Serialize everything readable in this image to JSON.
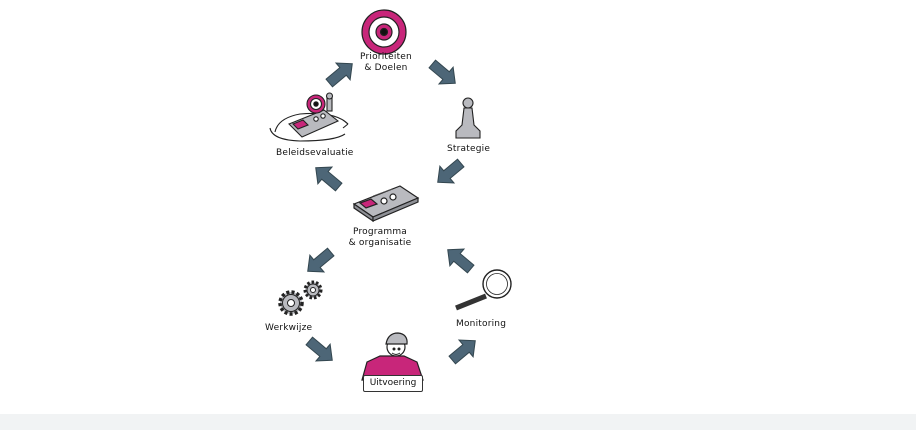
{
  "nodes": {
    "prioriteiten": {
      "line1": "Prioriteiten",
      "line2": "& Doelen"
    },
    "strategie": {
      "label": "Strategie"
    },
    "programma": {
      "line1": "Programma",
      "line2": "& organisatie"
    },
    "monitoring": {
      "label": "Monitoring"
    },
    "uitvoering": {
      "label": "Uitvoering"
    },
    "werkwijze": {
      "label": "Werkwijze"
    },
    "beleidsevaluatie": {
      "label": "Beleidsevaluatie"
    }
  },
  "colors": {
    "arrow": "#4d6677",
    "accent": "#c8267a",
    "gray": "#b9babf",
    "outline": "#222222"
  },
  "icons": [
    "target-icon",
    "chess-pawn-icon",
    "tablet-icon",
    "magnifier-icon",
    "worker-icon",
    "gears-icon",
    "evaluation-icon"
  ]
}
